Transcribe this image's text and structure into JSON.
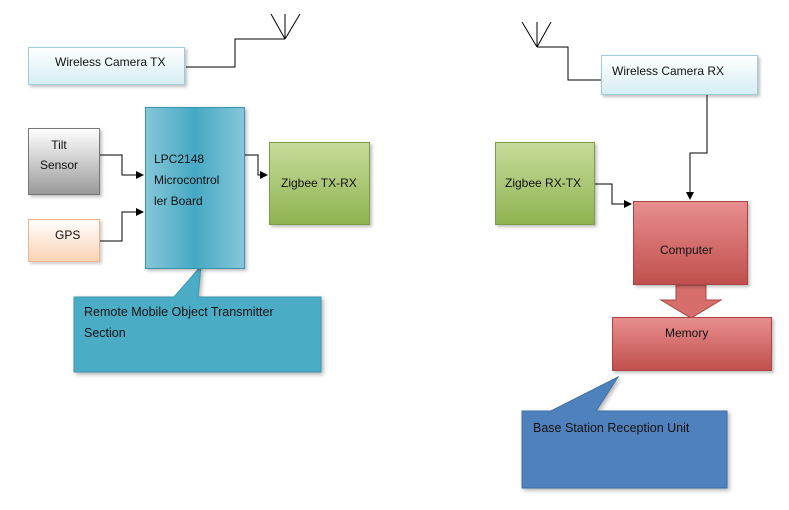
{
  "nodes": {
    "camera_tx": "Wireless Camera TX",
    "camera_rx": "Wireless Camera RX",
    "tilt_sensor": "Tilt\nSensor",
    "gps": "GPS",
    "microcontroller": "LPC2148\nMicrocontrol\nler Board",
    "zigbee_tx": "Zigbee TX-RX",
    "zigbee_rx": "Zigbee RX-TX",
    "computer": "Computer",
    "memory": "Memory"
  },
  "callouts": {
    "transmitter": "Remote Mobile Object Transmitter\nSection",
    "base_station": "Base Station Reception Unit"
  },
  "colors": {
    "camera": "#d6eef4",
    "tilt": "#9a9a9a",
    "gps": "#fbd3b4",
    "microcontroller": "#45a9c4",
    "zigbee": "#9bbb59",
    "computer": "#c0504d",
    "transmitter_callout": "#4bacc6",
    "base_station_callout": "#4f81bd"
  }
}
